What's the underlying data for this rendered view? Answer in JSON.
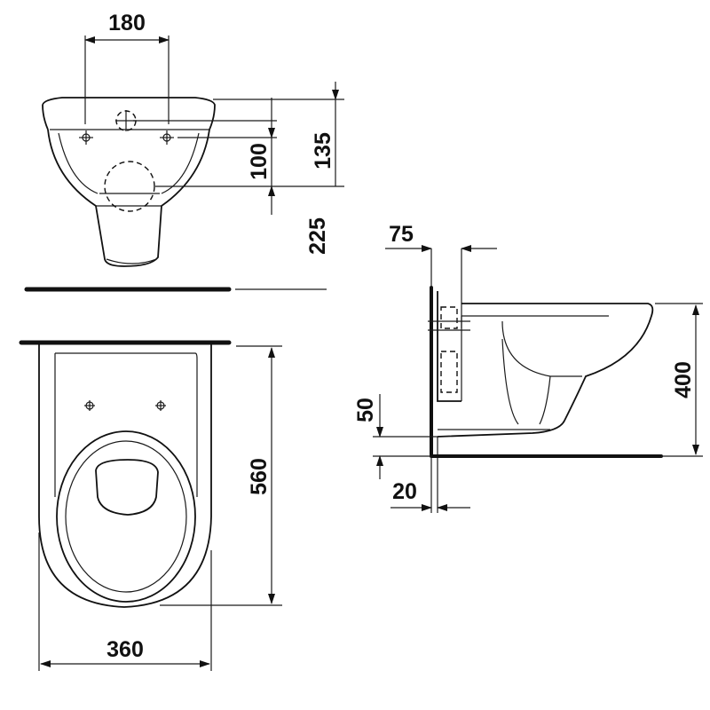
{
  "drawing": {
    "dimensions": {
      "top_width": "180",
      "top_depth_a": "135",
      "top_depth_b": "100",
      "top_depth_c": "225",
      "bowl_length": "560",
      "bowl_width": "360",
      "side_wall_offset": "75",
      "side_height": "400",
      "side_pipe_height": "50",
      "side_wall_gap": "20"
    },
    "colors": {
      "line": "#111111",
      "background": "#ffffff"
    }
  }
}
